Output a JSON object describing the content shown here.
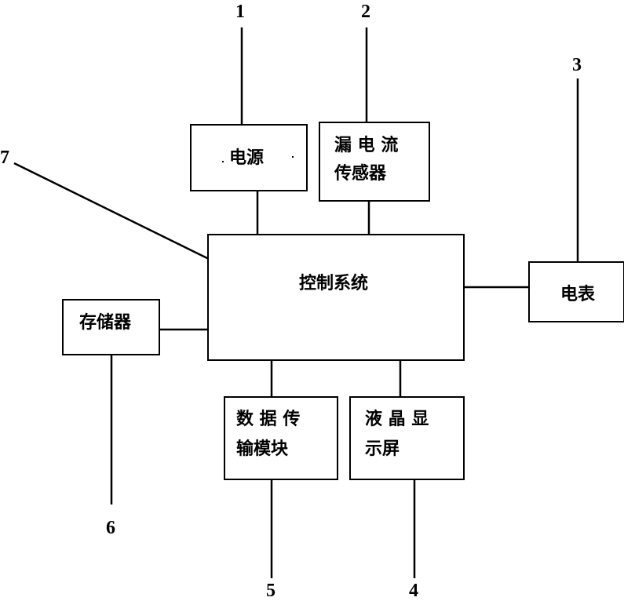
{
  "boxes": {
    "power": {
      "label": "电源"
    },
    "leak_sensor": {
      "line1": "漏 电 流",
      "line2": "传感器"
    },
    "control": {
      "label": "控制系统"
    },
    "meter": {
      "label": "电表"
    },
    "memory": {
      "label": "存储器"
    },
    "data_module": {
      "line1": "数 据 传",
      "line2": "输模块"
    },
    "lcd": {
      "line1": "液 晶 显",
      "line2": "示屏"
    }
  },
  "callouts": {
    "n1": "1",
    "n2": "2",
    "n3": "3",
    "n4": "4",
    "n5": "5",
    "n6": "6",
    "n7": "7"
  }
}
